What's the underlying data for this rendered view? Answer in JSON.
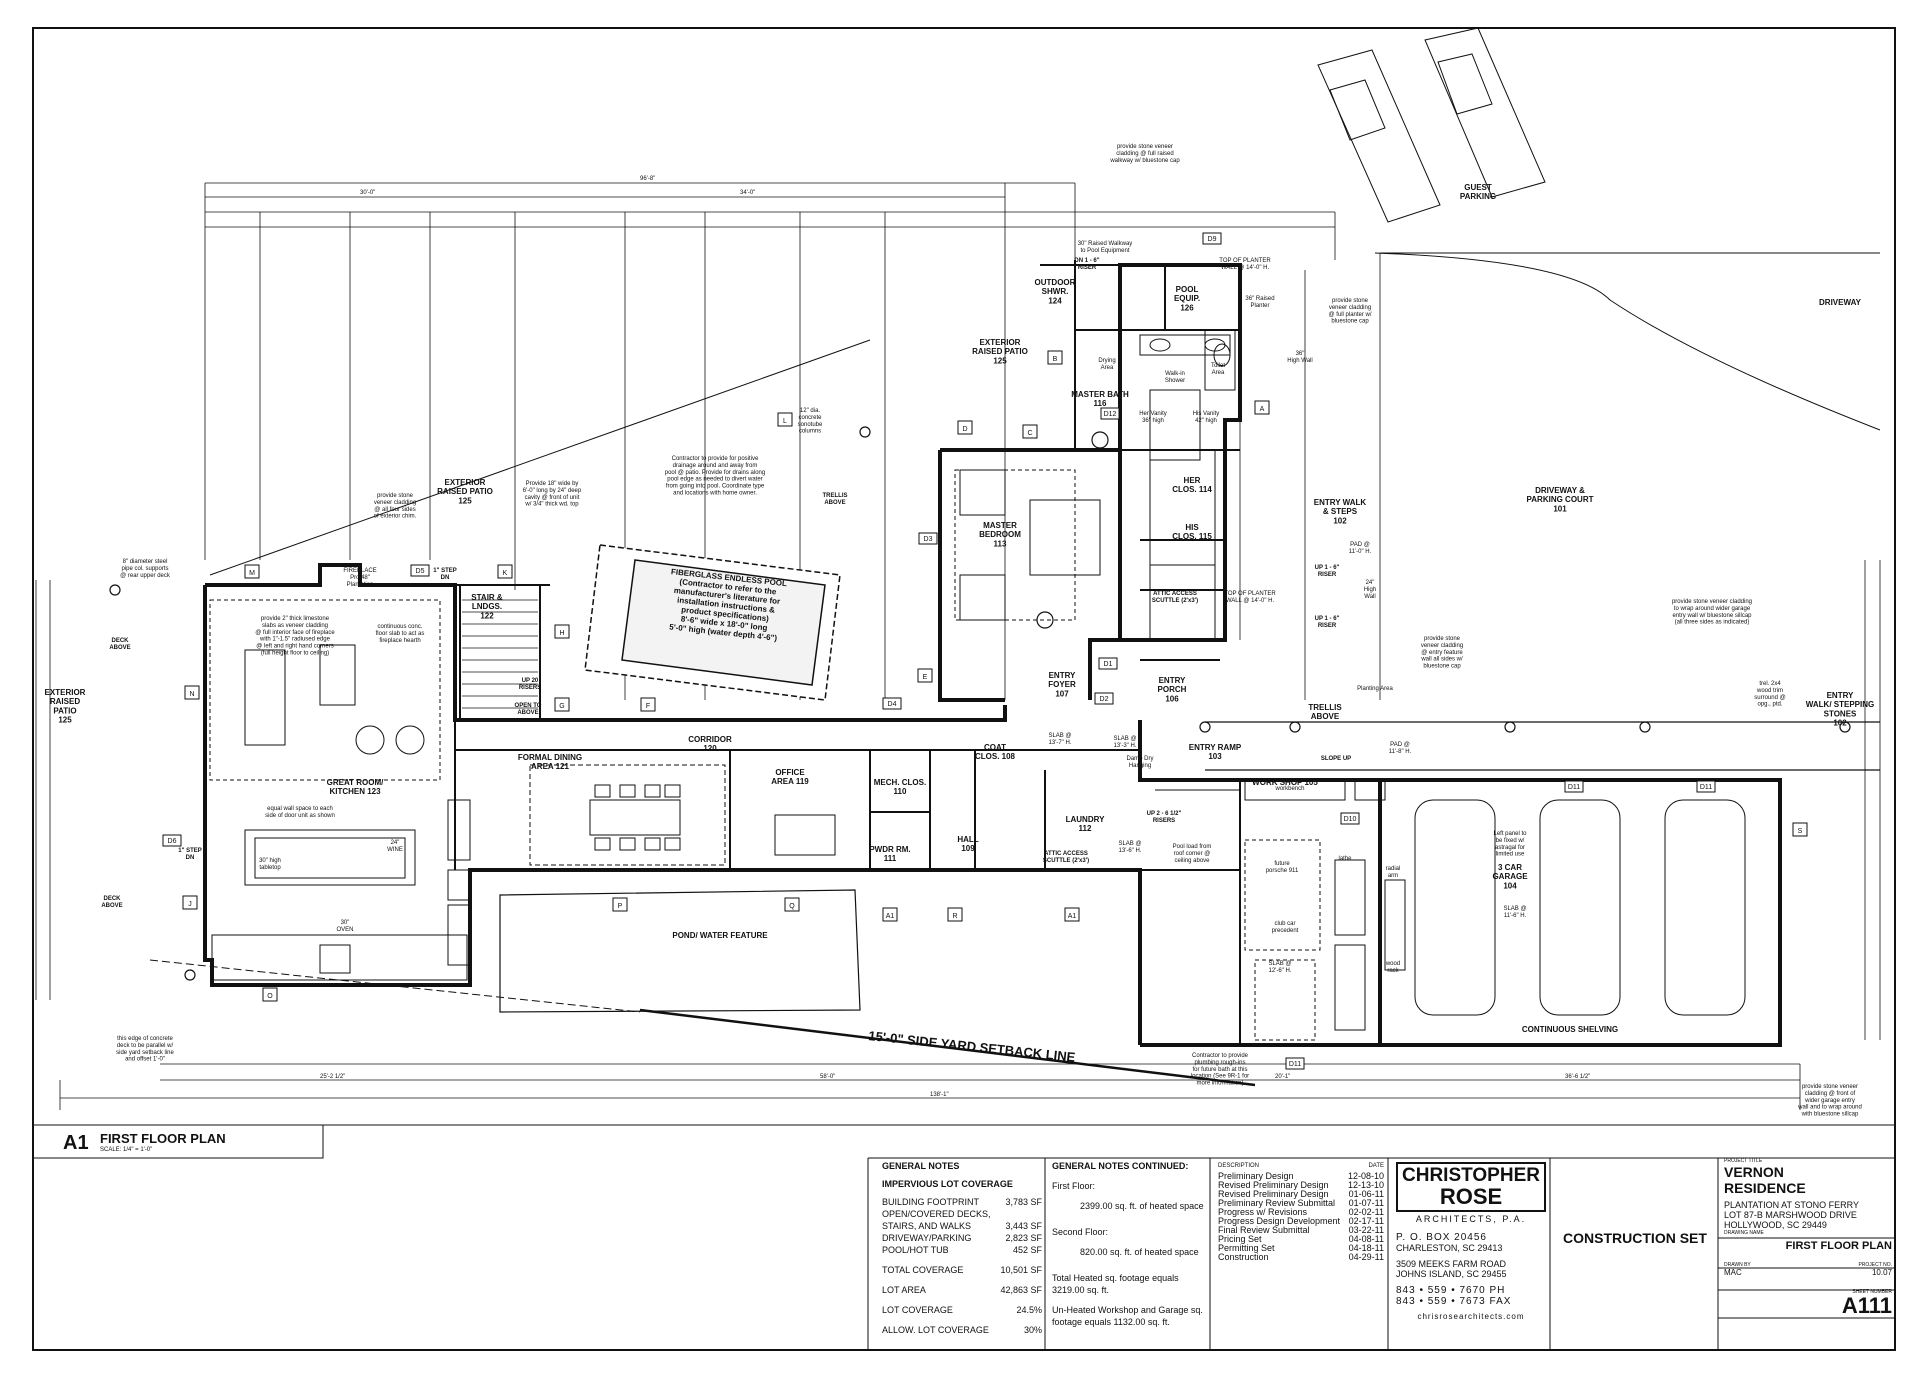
{
  "colors": {
    "ink": "#111111",
    "paper": "#ffffff",
    "pool": "#f3f3f3"
  },
  "plan": {
    "setback_line": "15'-0\" SIDE YARD SETBACK LINE",
    "rooms": [
      {
        "id": "r125a",
        "lines": [
          "EXTERIOR",
          "RAISED PATIO",
          "125"
        ]
      },
      {
        "id": "r125b",
        "lines": [
          "EXTERIOR",
          "RAISED PATIO",
          "125"
        ]
      },
      {
        "id": "r125c",
        "lines": [
          "EXTERIOR",
          "RAISED",
          "PATIO",
          "125"
        ]
      },
      {
        "id": "r122",
        "lines": [
          "STAIR &",
          "LNDGS.",
          "122"
        ]
      },
      {
        "id": "r121",
        "lines": [
          "FORMAL DINING",
          "AREA 121"
        ]
      },
      {
        "id": "r120",
        "lines": [
          "CORRIDOR",
          "120"
        ]
      },
      {
        "id": "r123",
        "lines": [
          "GREAT ROOM/",
          "KITCHEN 123"
        ]
      },
      {
        "id": "r119",
        "lines": [
          "OFFICE",
          "AREA 119"
        ]
      },
      {
        "id": "r110",
        "lines": [
          "MECH. CLOS.",
          "110"
        ]
      },
      {
        "id": "r111",
        "lines": [
          "PWDR RM.",
          "111"
        ]
      },
      {
        "id": "r109",
        "lines": [
          "HALL",
          "109"
        ]
      },
      {
        "id": "r108",
        "lines": [
          "COAT",
          "CLOS. 108"
        ]
      },
      {
        "id": "r112",
        "lines": [
          "LAUNDRY",
          "112"
        ]
      },
      {
        "id": "r107",
        "lines": [
          "ENTRY",
          "FOYER",
          "107"
        ]
      },
      {
        "id": "r106",
        "lines": [
          "ENTRY",
          "PORCH",
          "106"
        ]
      },
      {
        "id": "r103",
        "lines": [
          "ENTRY RAMP",
          "103"
        ]
      },
      {
        "id": "r105",
        "lines": [
          "WORK SHOP 105"
        ]
      },
      {
        "id": "r104",
        "lines": [
          "3 CAR",
          "GARAGE",
          "104"
        ]
      },
      {
        "id": "r113",
        "lines": [
          "MASTER",
          "BEDROOM",
          "113"
        ]
      },
      {
        "id": "r114",
        "lines": [
          "HER",
          "CLOS. 114"
        ]
      },
      {
        "id": "r115",
        "lines": [
          "HIS",
          "CLOS. 115"
        ]
      },
      {
        "id": "r116",
        "lines": [
          "MASTER BATH",
          "116"
        ]
      },
      {
        "id": "r124",
        "lines": [
          "OUTDOOR",
          "SHWR.",
          "124"
        ]
      },
      {
        "id": "r126",
        "lines": [
          "POOL",
          "EQUIP.",
          "126"
        ]
      },
      {
        "id": "r102a",
        "lines": [
          "ENTRY WALK",
          "& STEPS",
          "102"
        ]
      },
      {
        "id": "r102b",
        "lines": [
          "ENTRY",
          "WALK/ STEPPING",
          "STONES",
          "102"
        ]
      },
      {
        "id": "r101",
        "lines": [
          "DRIVEWAY &",
          "PARKING COURT",
          "101"
        ]
      },
      {
        "id": "rpond",
        "lines": [
          "POND/ WATER FEATURE"
        ]
      },
      {
        "id": "rdrive",
        "lines": [
          "DRIVEWAY"
        ]
      },
      {
        "id": "rguest",
        "lines": [
          "GUEST",
          "PARKING"
        ]
      },
      {
        "id": "rtrel",
        "lines": [
          "TRELLIS",
          "ABOVE"
        ]
      },
      {
        "id": "rshelf",
        "lines": [
          "CONTINUOUS SHELVING"
        ]
      }
    ],
    "pool": [
      "FIBERGLASS ENDLESS POOL",
      "(Contractor to refer to the",
      "manufacturer's literature for",
      "installation instructions &",
      "product specifications)",
      "",
      "8'-6\" wide x 18'-0\" long",
      "5'-0\" high (water depth 4'-6\")"
    ],
    "notes": [
      {
        "id": "n1",
        "lines": [
          "provide stone veneer",
          "cladding @ full raised",
          "walkway w/ bluestone cap"
        ]
      },
      {
        "id": "n2",
        "lines": [
          "30\" Raised Walkway",
          "to Pool Equipment"
        ]
      },
      {
        "id": "n3",
        "lines": [
          "TOP OF PLANTER",
          "WALL @ 14'-0\" H."
        ]
      },
      {
        "id": "n4",
        "lines": [
          "provide stone",
          "veneer cladding",
          "@ full planter w/",
          "bluestone cap"
        ]
      },
      {
        "id": "n5",
        "lines": [
          "36\" Raised",
          "Planter"
        ]
      },
      {
        "id": "n6",
        "lines": [
          "provide stone",
          "veneer cladding",
          "@ all four sides",
          "of exterior chim."
        ]
      },
      {
        "id": "n7",
        "lines": [
          "Provide 18\" wide by",
          "6'-0\" long by 24\" deep",
          "cavity @ front of unit",
          "w/ 3/4\" thick wd. top"
        ]
      },
      {
        "id": "n8",
        "lines": [
          "Contractor to provide for positive",
          "drainage around and away from",
          "pool @ patio. Provide for drains along",
          "pool edge as needed to divert water",
          "from going into pool. Coordinate type",
          "and locations with home owner."
        ]
      },
      {
        "id": "n9",
        "lines": [
          "12\" dia.",
          "concrete",
          "sonotube",
          "columns"
        ]
      },
      {
        "id": "n10",
        "lines": [
          "8\" diameter steel",
          "pipe col. supports",
          "@ rear upper deck"
        ]
      },
      {
        "id": "n11",
        "lines": [
          "provide 2\" thick limestone",
          "slabs as veneer cladding",
          "@ full interior face of fireplace",
          "with 1\"-1.5\" radiused edge",
          "@ left and right hand corners",
          "(full height floor to ceiling)"
        ]
      },
      {
        "id": "n12",
        "lines": [
          "continuous conc.",
          "floor slab to act as",
          "fireplace hearth"
        ]
      },
      {
        "id": "n13",
        "lines": [
          "equal wall space to each",
          "side of door unit as shown"
        ]
      },
      {
        "id": "n14",
        "lines": [
          "this edge of concrete",
          "deck to be parallel w/",
          "side yard setback line",
          "and offset 1'-0\""
        ]
      },
      {
        "id": "n15",
        "lines": [
          "provide stone veneer cladding",
          "to wrap around wider garage",
          "entry wall w/ bluestone sillcap",
          "(all three sides as indicated)"
        ]
      },
      {
        "id": "n16",
        "lines": [
          "provide stone",
          "veneer cladding",
          "@ entry feature",
          "wall all sides w/",
          "bluestone cap"
        ]
      },
      {
        "id": "n17",
        "lines": [
          "trel. 2x4",
          "wood trim",
          "surround @",
          "opg., ptd."
        ]
      },
      {
        "id": "n18",
        "lines": [
          "Left panel to",
          "be fixed w/",
          "astragal for",
          "limited use"
        ]
      },
      {
        "id": "n19",
        "lines": [
          "Pool load from",
          "roof corner @",
          "ceiling above"
        ]
      },
      {
        "id": "n20",
        "lines": [
          "Contractor to provide",
          "plumbing rough-ins",
          "for future bath at this",
          "location (See 9R-1 for",
          "more information)"
        ]
      },
      {
        "id": "n21",
        "lines": [
          "provide stone veneer",
          "cladding @ front of",
          "wider garage entry",
          "wall and to wrap around",
          "with bluestone sillcap"
        ]
      },
      {
        "id": "n22",
        "lines": [
          "ATTIC ACCESS",
          "SCUTTLE (2'x3')"
        ]
      },
      {
        "id": "n23",
        "lines": [
          "ATTIC ACCESS",
          "SCUTTLE (2'x3')"
        ]
      },
      {
        "id": "n24",
        "lines": [
          "FIREPLACE",
          "Pro 48\"",
          "Plantation"
        ]
      },
      {
        "id": "n25",
        "lines": [
          "PAD @",
          "11'-0\" H."
        ]
      },
      {
        "id": "n26",
        "lines": [
          "PAD @",
          "11'-8\" H."
        ]
      },
      {
        "id": "n27",
        "lines": [
          "SLAB @",
          "13'-7\" H."
        ]
      },
      {
        "id": "n28",
        "lines": [
          "SLAB @",
          "13'-6\" H."
        ]
      },
      {
        "id": "n29",
        "lines": [
          "SLAB @",
          "11'-6\" H."
        ]
      },
      {
        "id": "n30",
        "lines": [
          "SLAB @",
          "12'-6\" H."
        ]
      },
      {
        "id": "n31",
        "lines": [
          "SLAB @",
          "13'-3\" H."
        ]
      },
      {
        "id": "n32",
        "lines": [
          "future",
          "porsche 911"
        ]
      },
      {
        "id": "n33",
        "lines": [
          "club car",
          "precedent"
        ]
      },
      {
        "id": "n34",
        "lines": [
          "UP 1 - 6\"",
          "RISER"
        ]
      },
      {
        "id": "n35",
        "lines": [
          "UP 1 - 6\"",
          "RISER"
        ]
      },
      {
        "id": "n36",
        "lines": [
          "UP 2 - 6 1/2\"",
          "RISERS"
        ]
      },
      {
        "id": "n37",
        "lines": [
          "UP 20",
          "RISERS"
        ]
      },
      {
        "id": "n38",
        "lines": [
          "OPEN TO",
          "ABOVE"
        ]
      },
      {
        "id": "n39",
        "lines": [
          "1\" STEP",
          "DN"
        ]
      },
      {
        "id": "n40",
        "lines": [
          "1\" STEP",
          "DN"
        ]
      },
      {
        "id": "n41",
        "lines": [
          "DECK",
          "ABOVE"
        ]
      },
      {
        "id": "n42",
        "lines": [
          "DECK",
          "ABOVE"
        ]
      },
      {
        "id": "n43",
        "lines": [
          "TRELLIS",
          "ABOVE"
        ]
      },
      {
        "id": "n44",
        "lines": [
          "Damp Dry",
          "Hanging"
        ]
      },
      {
        "id": "n45",
        "lines": [
          "36\"",
          "High Wall"
        ]
      },
      {
        "id": "n46",
        "lines": [
          "SLOPE UP"
        ]
      },
      {
        "id": "n47",
        "lines": [
          "DN 1 - 6\"",
          "RISER"
        ]
      },
      {
        "id": "n48",
        "lines": [
          "Her Vanity",
          "36\" high"
        ]
      },
      {
        "id": "n49",
        "lines": [
          "His Vanity",
          "42\" high"
        ]
      },
      {
        "id": "n50",
        "lines": [
          "Drying",
          "Area"
        ]
      },
      {
        "id": "n51",
        "lines": [
          "Walk-in",
          "Shower"
        ]
      },
      {
        "id": "n52",
        "lines": [
          "Toilet",
          "Area"
        ]
      },
      {
        "id": "n53",
        "lines": [
          "30\" high",
          "tabletop"
        ]
      },
      {
        "id": "n54",
        "lines": [
          "30\"",
          "OVEN"
        ]
      },
      {
        "id": "n55",
        "lines": [
          "24\"",
          "WINE"
        ]
      },
      {
        "id": "n56",
        "lines": [
          "TOP OF PLANTER",
          "WALL @ 14'-0\" H."
        ]
      },
      {
        "id": "n57",
        "lines": [
          "24\"",
          "High",
          "Wall"
        ]
      },
      {
        "id": "n58",
        "lines": [
          "Planting Area"
        ]
      },
      {
        "id": "n59",
        "lines": [
          "workbench"
        ]
      },
      {
        "id": "n60",
        "lines": [
          "radial",
          "arm"
        ]
      },
      {
        "id": "n61",
        "lines": [
          "wood",
          "rack"
        ]
      },
      {
        "id": "n62",
        "lines": [
          "lathe"
        ]
      }
    ],
    "overall_dims": [
      "96'-8\"",
      "34'-0\"",
      "30'-0\"",
      "138'-1\"",
      "58'-0\"",
      "20'-1\"",
      "36'-6 1/2\"",
      "25'-2 1/2\""
    ],
    "door_tags": [
      "D1",
      "D2",
      "D3",
      "D4",
      "D5",
      "D6",
      "D9",
      "D10",
      "D11",
      "D11",
      "D11",
      "D12"
    ],
    "grid_tags": [
      "A",
      "B",
      "C",
      "D",
      "E",
      "F",
      "G",
      "H",
      "J",
      "K",
      "L",
      "M",
      "N",
      "O",
      "P",
      "Q",
      "R",
      "S",
      "A1",
      "A1"
    ]
  },
  "title_block": {
    "view_id": "A1",
    "view_title": "FIRST FLOOR PLAN",
    "view_scale": "SCALE: 1/4\" = 1'-0\"",
    "general_notes": {
      "heading": "GENERAL NOTES",
      "sub": "IMPERVIOUS LOT COVERAGE",
      "rows": [
        [
          "BUILDING FOOTPRINT",
          "3,783 SF"
        ],
        [
          "OPEN/COVERED DECKS,",
          ""
        ],
        [
          "STAIRS, AND WALKS",
          "3,443 SF"
        ],
        [
          "DRIVEWAY/PARKING",
          "2,823 SF"
        ],
        [
          "POOL/HOT TUB",
          "452 SF"
        ],
        [
          "TOTAL COVERAGE",
          "10,501 SF"
        ],
        [
          "LOT AREA",
          "42,863 SF"
        ],
        [
          "LOT COVERAGE",
          "24.5%"
        ],
        [
          "ALLOW. LOT COVERAGE",
          "30%"
        ]
      ]
    },
    "notes_continued": {
      "heading": "GENERAL NOTES CONTINUED:",
      "first_floor": "First Floor:",
      "first_floor_val": "2399.00 sq. ft. of heated space",
      "second_floor": "Second Floor:",
      "second_floor_val": "820.00 sq. ft. of heated space",
      "total": "Total Heated sq. footage equals 3219.00 sq. ft.",
      "unheated": "Un-Heated Workshop and Garage sq. footage equals 1132.00 sq. ft."
    },
    "revisions": {
      "desc_label": "DESCRIPTION",
      "date_label": "DATE",
      "rows": [
        [
          "Preliminary Design",
          "12-08-10"
        ],
        [
          "Revised Preliminary Design",
          "12-13-10"
        ],
        [
          "Revised Preliminary Design",
          "01-06-11"
        ],
        [
          "Preliminary Review Submittal",
          "01-07-11"
        ],
        [
          "Progress w/ Revisions",
          "02-02-11"
        ],
        [
          "Progress Design Development",
          "02-17-11"
        ],
        [
          "Final Review Submittal",
          "03-22-11"
        ],
        [
          "Pricing Set",
          "04-08-11"
        ],
        [
          "Permitting Set",
          "04-18-11"
        ],
        [
          "Construction",
          "04-29-11"
        ]
      ]
    },
    "firm": {
      "name1": "CHRISTOPHER",
      "name2": "ROSE",
      "sub": "ARCHITECTS, P.A.",
      "po": "P. O. BOX 20456",
      "city1": "CHARLESTON, SC 29413",
      "street": "3509 MEEKS FARM ROAD",
      "city2": "JOHNS ISLAND, SC 29455",
      "ph": "843 • 559 • 7670 PH",
      "fax": "843 • 559 • 7673 FAX",
      "web": "chrisrosearchitects.com"
    },
    "set_label": "CONSTRUCTION SET",
    "project": {
      "title_label": "PROJECT TITLE",
      "name": "VERNON RESIDENCE",
      "addr1": "PLANTATION AT STONO FERRY",
      "addr2": "LOT 87-B MARSHWOOD DRIVE",
      "addr3": "HOLLYWOOD, SC 29449",
      "drawing_label": "DRAWING NAME",
      "drawing": "FIRST FLOOR PLAN",
      "drawn_label": "DRAWN BY",
      "drawn": "MAC",
      "projno_label": "PROJECT NO.",
      "projno": "10.07",
      "sheet_label": "SHEET NUMBER",
      "sheet": "A111"
    }
  }
}
